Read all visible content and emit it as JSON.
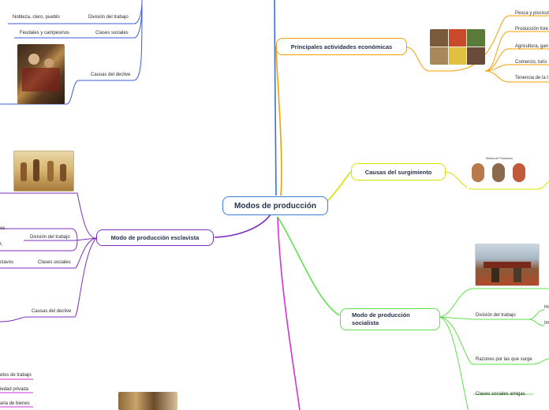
{
  "central": "Modos de producción",
  "feudal": {
    "labels": [
      "Nobleza, clero, pueblo",
      "División del trabajo",
      "Feudales y campesinos",
      "Clases sociales",
      "Causas del declive"
    ]
  },
  "slave": {
    "title": "Modo de producción esclavista",
    "labels": [
      "División del trabajo",
      "Clases sociales",
      "Causas del declive",
      "os",
      "r,",
      "clavos"
    ]
  },
  "bottom_left": {
    "labels": [
      "etos de trabajo",
      "iedad privada",
      "aria de bienes"
    ]
  },
  "economic": {
    "title": "Principales actividades económicas",
    "items": [
      "Pesca y piscicult",
      "Producción fore",
      "Agricultura, gan",
      "Comercio, turis",
      "Tenencia de la t"
    ]
  },
  "origin": {
    "title": "Causas del surgimiento",
    "image_title": "Modos de Produccion"
  },
  "socialist": {
    "title": "Modo de producción socialista",
    "labels": [
      "División del trabajo",
      "Razones por las que surge",
      "Clases sociales amigas"
    ],
    "sub": [
      "Ho",
      "Im"
    ]
  },
  "colors": {
    "central": "#3a7bd5",
    "feudal": "#3b5bdb",
    "slave": "#7b2fbe",
    "economic": "#f59f00",
    "origin": "#d4e600",
    "socialist": "#5ee04a",
    "bottom": "#d633d6"
  }
}
